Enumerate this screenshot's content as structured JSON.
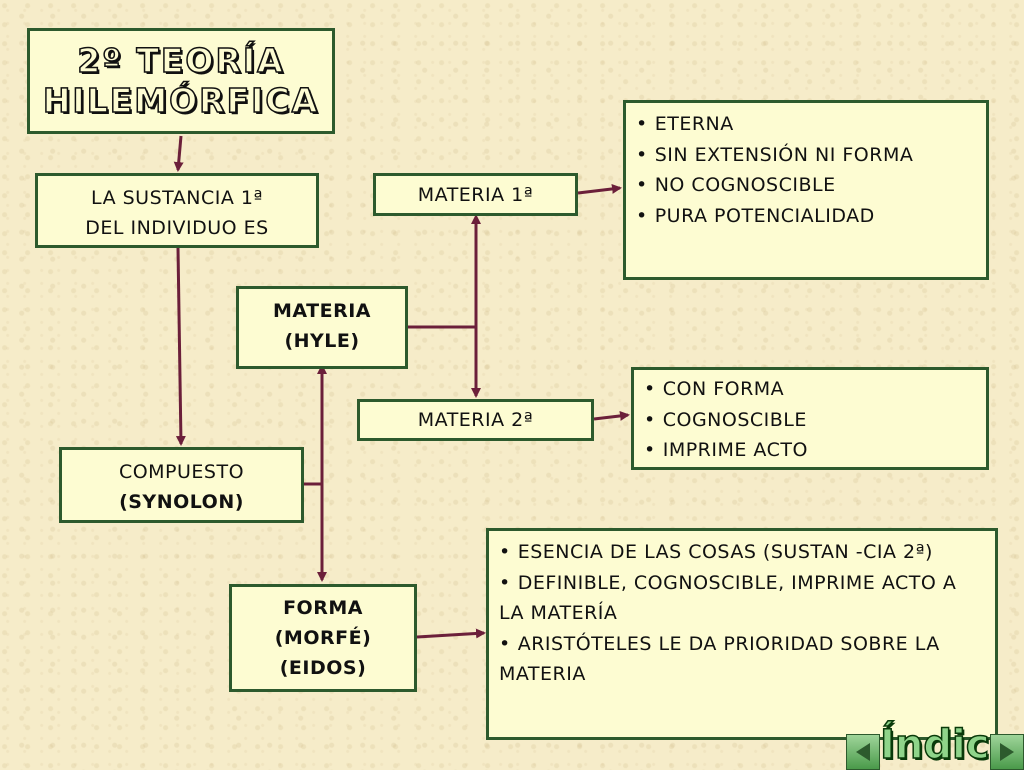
{
  "title": {
    "line1": "2º TEORÍA",
    "line2": "HILEMÓRFICA"
  },
  "sustancia": {
    "line1": "LA SUSTANCIA 1ª",
    "line2": "DEL INDIVIDUO ES"
  },
  "materia_hyle": {
    "line1": "MATERIA",
    "line2": "(HYLE)"
  },
  "materia1": {
    "label": "MATERIA 1ª"
  },
  "materia1_traits": [
    "ETERNA",
    "SIN EXTENSIÓN NI FORMA",
    "NO COGNOSCIBLE",
    "PURA POTENCIALIDAD"
  ],
  "materia2": {
    "label": "MATERIA 2ª"
  },
  "materia2_traits": [
    "CON FORMA",
    "COGNOSCIBLE",
    "IMPRIME ACTO"
  ],
  "compuesto": {
    "line1": "COMPUESTO",
    "line2": "(SYNOLON)"
  },
  "forma": {
    "line1": "FORMA",
    "line2": "(MORFÉ)",
    "line3": "(EIDOS)"
  },
  "forma_traits": [
    "ESENCIA DE LAS COSAS (SUSTAN -CIA 2ª)",
    "DEFINIBLE, COGNOSCIBLE, IMPRIME ACTO A LA MATERÍA",
    "ARISTÓTELES LE DA PRIORIDAD SOBRE LA MATERIA"
  ],
  "nav": {
    "index_label": "Índice",
    "prev_icon": "arrow-left-icon",
    "next_icon": "arrow-right-icon"
  },
  "colors": {
    "arrow": "#6b1f3a",
    "border": "#2d5a2d",
    "box_fill": "#fdfcd2",
    "background": "#f6ecc9"
  }
}
